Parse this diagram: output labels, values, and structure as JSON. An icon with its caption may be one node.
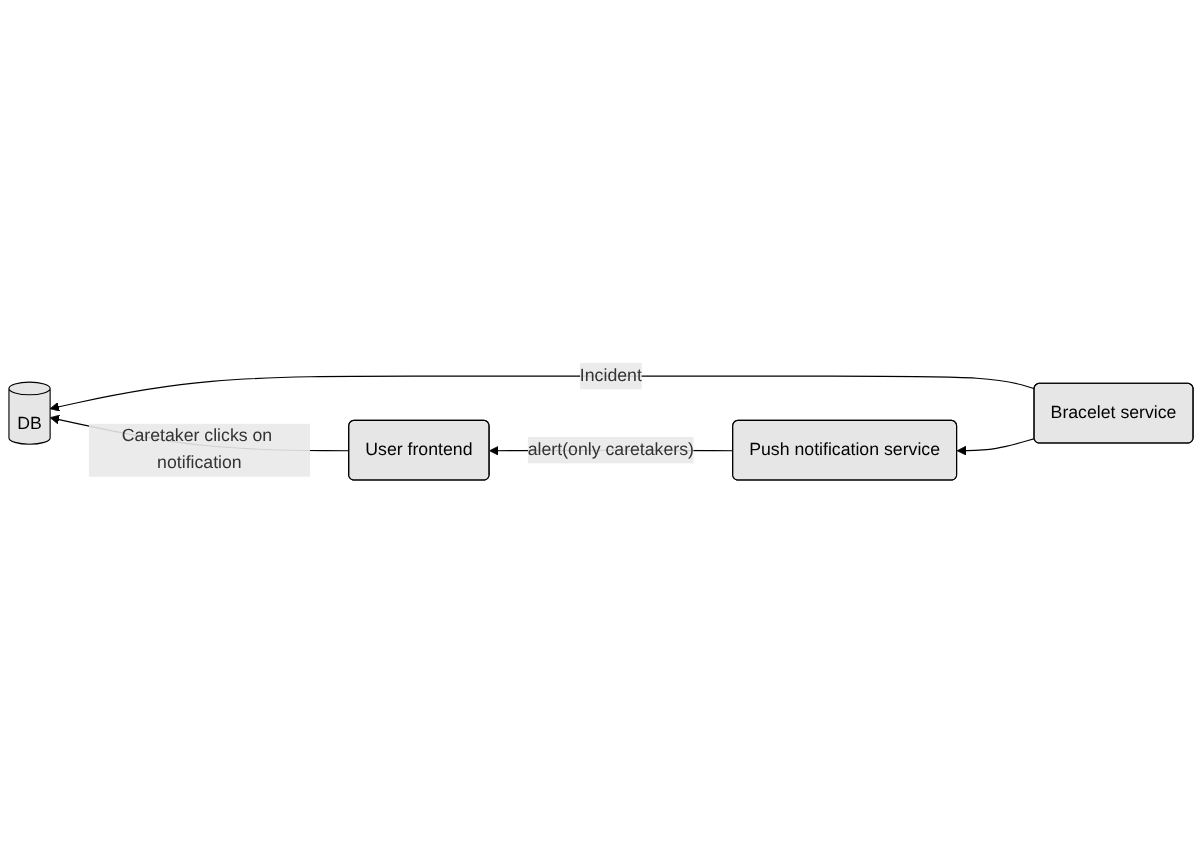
{
  "diagram": {
    "nodes": [
      {
        "text": [
          "Push notification service"
        ]
      },
      {
        "text": [
          "Bracelet service"
        ]
      },
      {
        "text": [
          "User frontend"
        ]
      },
      {
        "text": [
          "DB"
        ]
      }
    ],
    "edges": [
      {
        "from": 1,
        "to": 0,
        "arrow": "to"
      },
      {
        "from": 0,
        "to": 2,
        "arrow": "to",
        "label": "alert(only caretakers)"
      },
      {
        "from": 1,
        "to": 3,
        "arrow": "to",
        "label": "Incident"
      },
      {
        "from": 2,
        "to": 3,
        "arrow": "to",
        "label": "Caretaker clicks on notification"
      }
    ]
  }
}
